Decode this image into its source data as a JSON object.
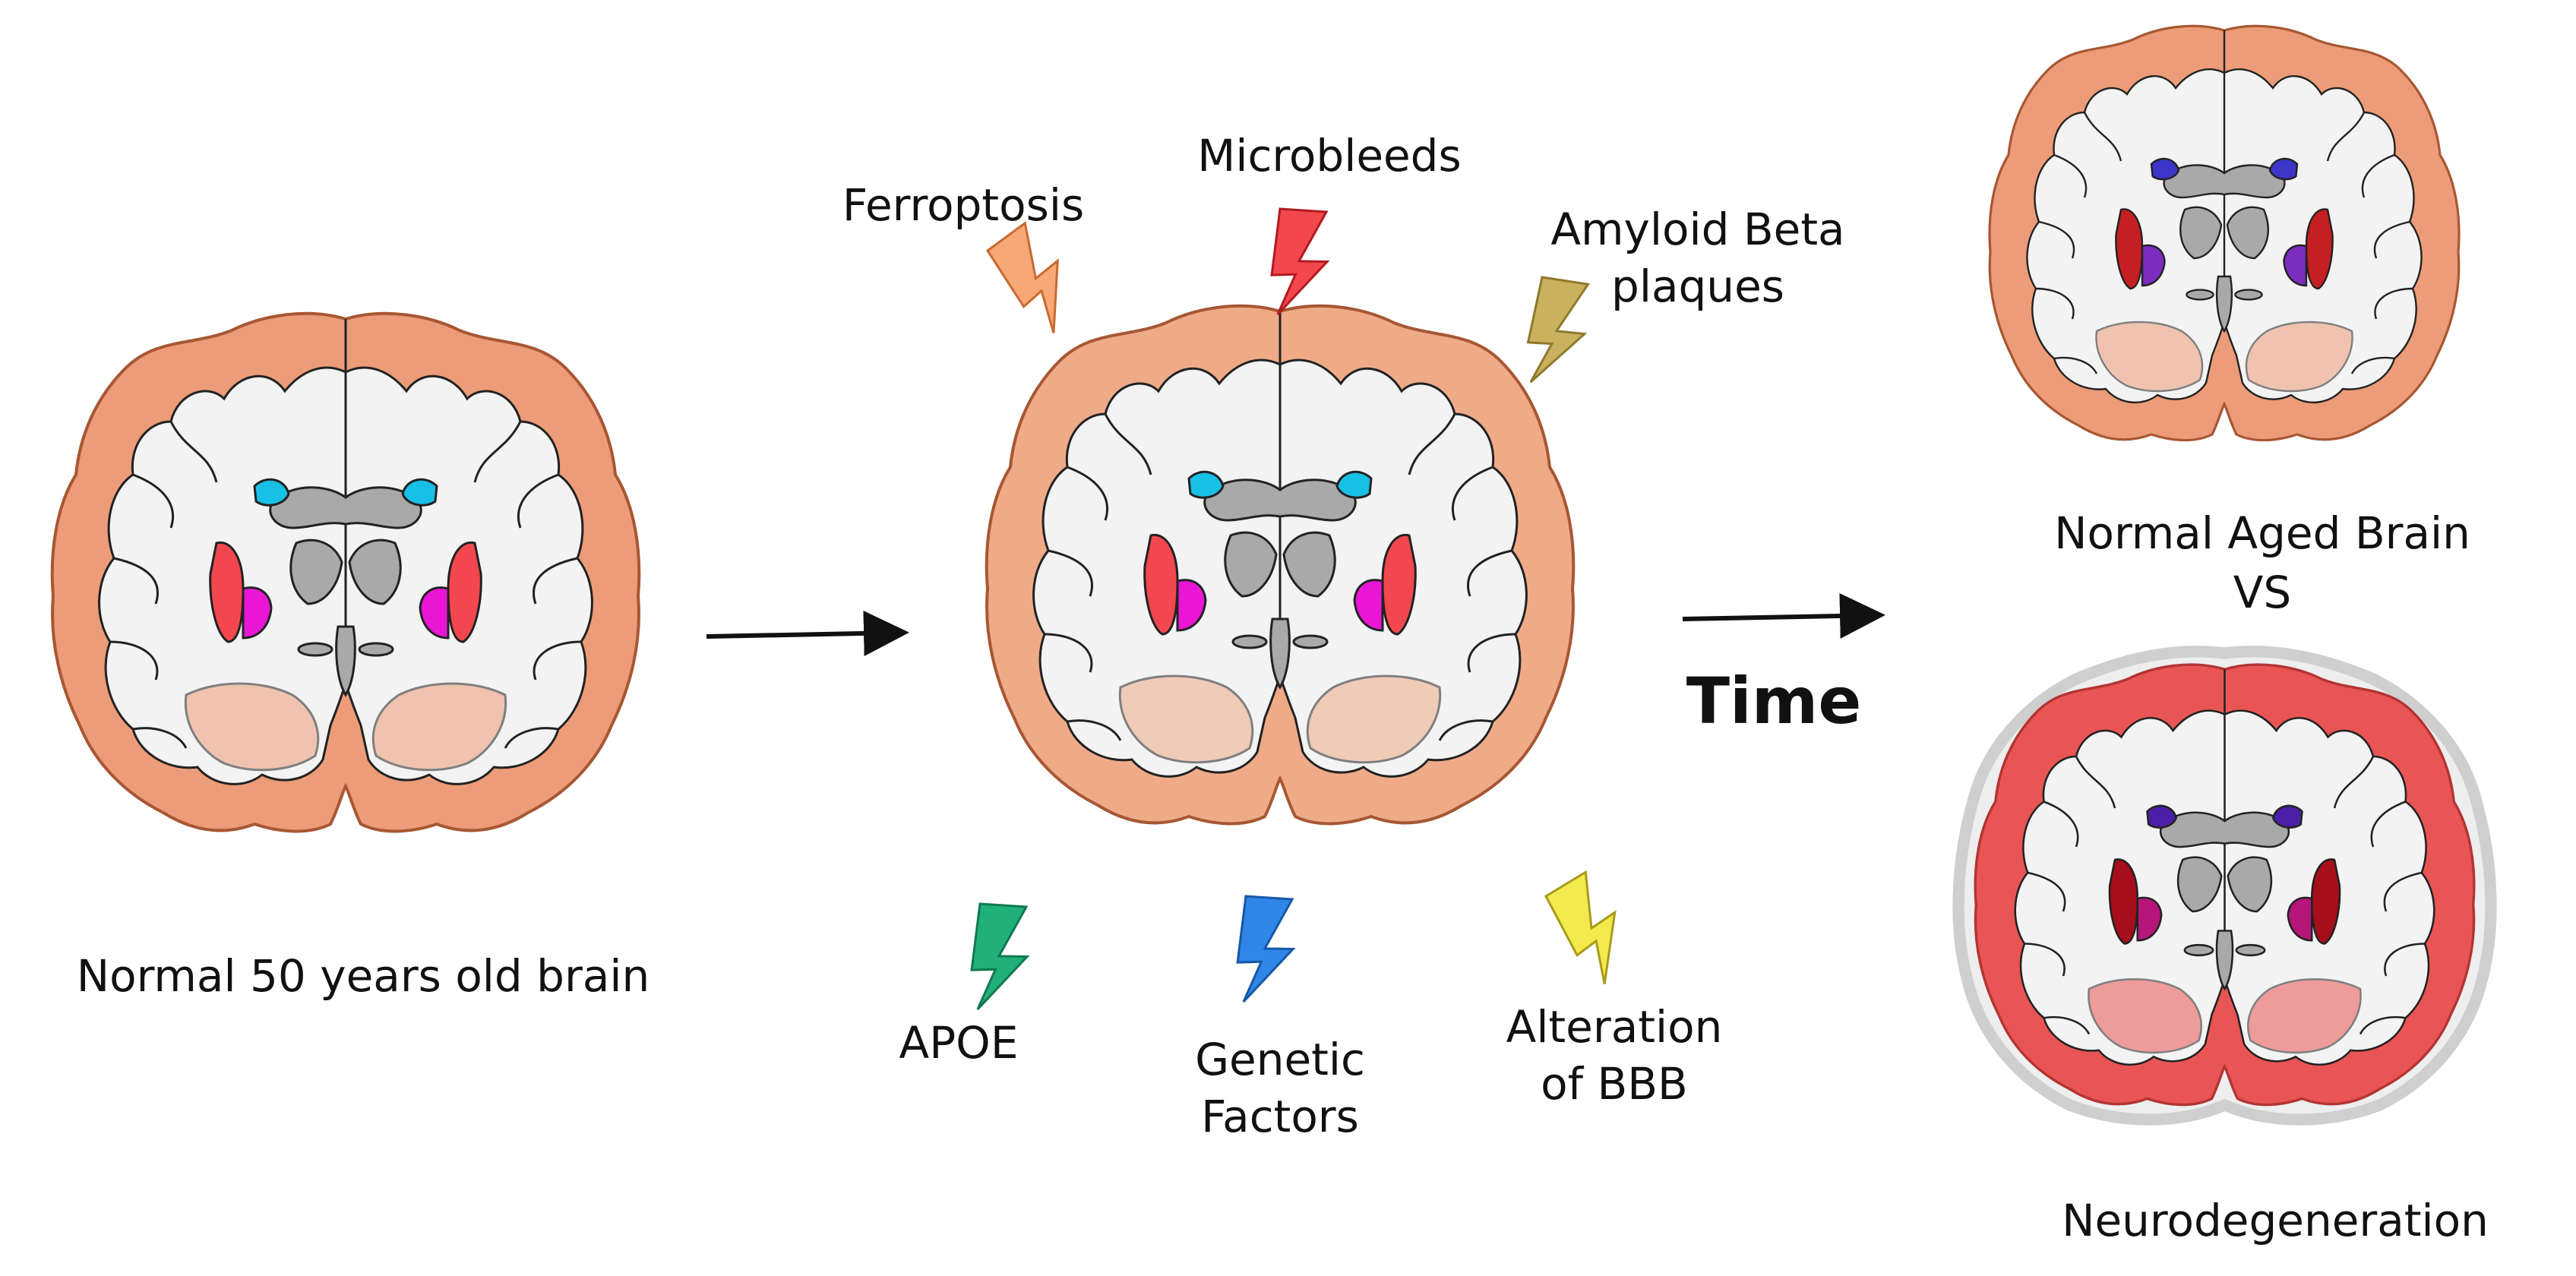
{
  "labels": {
    "normal_50": "Normal 50 years old brain",
    "ferroptosis": "Ferroptosis",
    "microbleeds": "Microbleeds",
    "amyloid_line1": "Amyloid Beta",
    "amyloid_line2": "plaques",
    "apoe": "APOE",
    "genetic_line1": "Genetic",
    "genetic_line2": "Factors",
    "bbb_line1": "Alteration",
    "bbb_line2": "of BBB",
    "time": "Time",
    "normal_aged": "Normal Aged Brain",
    "vs": "VS",
    "neurodegeneration": "Neurodegeneration"
  },
  "bolts": {
    "ferroptosis": {
      "fill": "#f7a877",
      "stroke": "#c8692f"
    },
    "microbleeds": {
      "fill": "#f2474c",
      "stroke": "#b11b21"
    },
    "amyloid": {
      "fill": "#c9b15e",
      "stroke": "#8f7a2d"
    },
    "apoe": {
      "fill": "#21b07a",
      "stroke": "#0f7a4f"
    },
    "genetic": {
      "fill": "#2f86e6",
      "stroke": "#1658a8"
    },
    "bbb": {
      "fill": "#f3ea4e",
      "stroke": "#a89b1b"
    }
  },
  "brains": {
    "normal": {
      "cortex": "#ec9c78",
      "cortex_stroke": "#a75733",
      "putamen": "#f2474f",
      "globus": "#ea16d6",
      "caudate": "#18bfe6"
    },
    "affected": {
      "cortex": "#efab88",
      "cortex_stroke": "#a75733",
      "putamen": "#f2474f",
      "globus": "#ea16d6",
      "caudate": "#18bfe6"
    },
    "aged": {
      "cortex": "#ec9c78",
      "cortex_stroke": "#a75733",
      "putamen": "#c51f23",
      "globus": "#7a2cbd",
      "caudate": "#3c35c8"
    },
    "neuro": {
      "cortex": "#e95554",
      "cortex_stroke": "#b33434",
      "putamen": "#a50e1a",
      "globus": "#b6157a",
      "caudate": "#4a1fa5"
    }
  }
}
